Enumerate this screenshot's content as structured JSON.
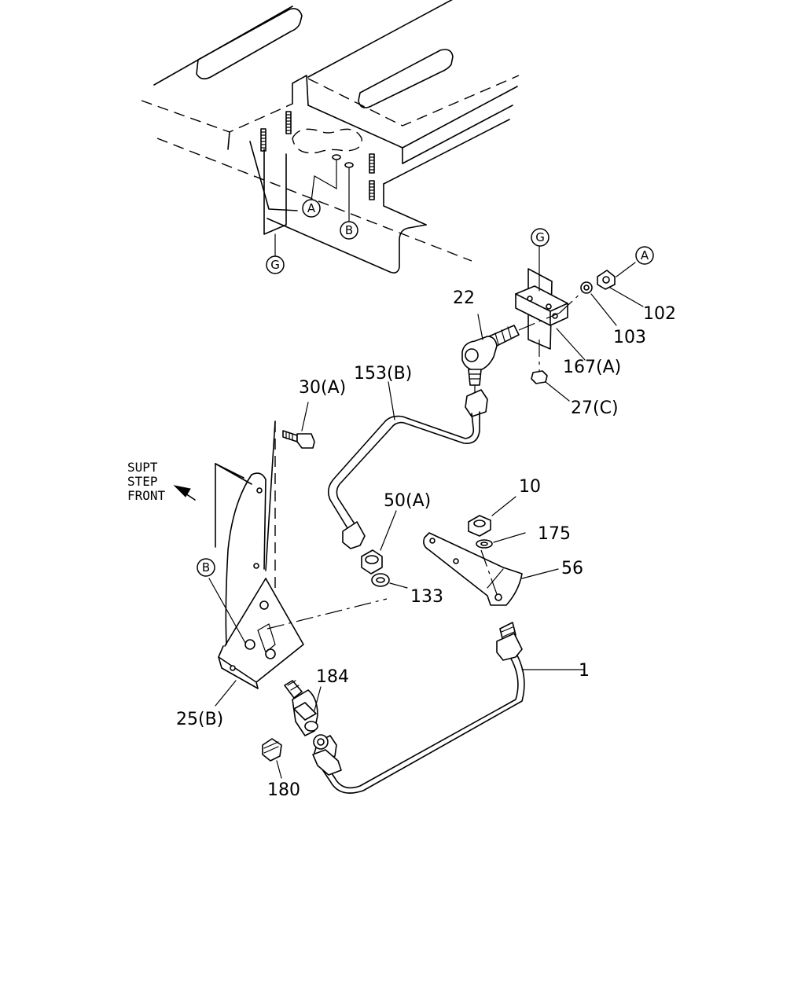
{
  "markers": {
    "a": "A",
    "b": "B",
    "g": "G"
  },
  "labels": {
    "p22": "22",
    "p102": "102",
    "p103": "103",
    "p167": "167(A)",
    "p27": "27(C)",
    "p153": "153(B)",
    "p30": "30(A)",
    "p10": "10",
    "p175": "175",
    "p50": "50(A)",
    "p56": "56",
    "p133": "133",
    "p1": "1",
    "p184": "184",
    "p25": "25(B)",
    "p180": "180"
  },
  "direction_note": {
    "line1": "SUPT",
    "line2": "STEP",
    "line3": "FRONT"
  }
}
